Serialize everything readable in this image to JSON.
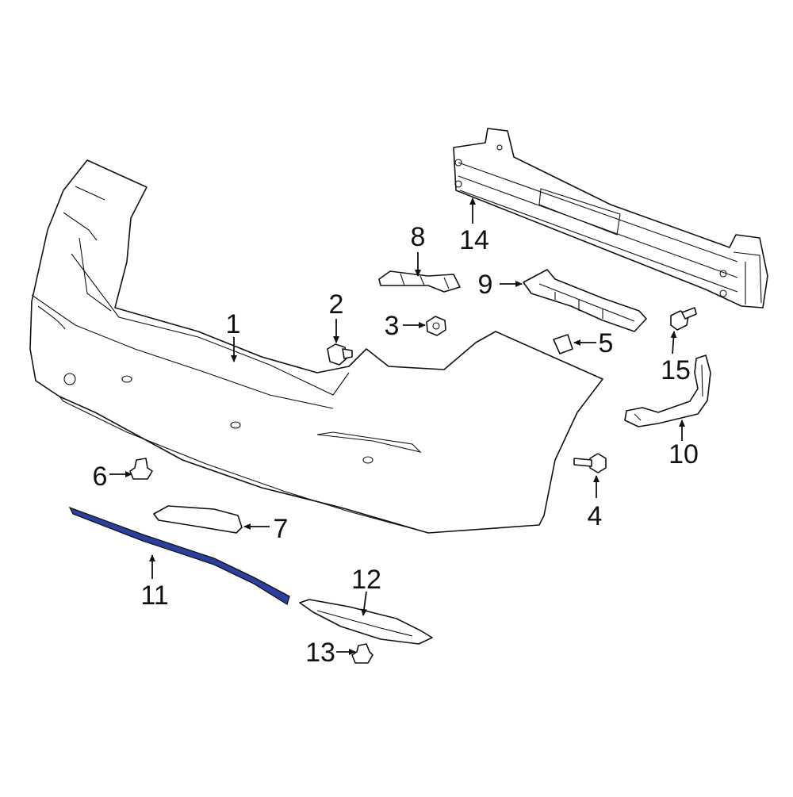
{
  "diagram": {
    "highlight_color": "#2a3f9e",
    "callouts": [
      {
        "id": "1",
        "label": "1"
      },
      {
        "id": "2",
        "label": "2"
      },
      {
        "id": "3",
        "label": "3"
      },
      {
        "id": "4",
        "label": "4"
      },
      {
        "id": "5",
        "label": "5"
      },
      {
        "id": "6",
        "label": "6"
      },
      {
        "id": "7",
        "label": "7"
      },
      {
        "id": "8",
        "label": "8"
      },
      {
        "id": "9",
        "label": "9"
      },
      {
        "id": "10",
        "label": "10"
      },
      {
        "id": "11",
        "label": "11",
        "highlighted": true
      },
      {
        "id": "12",
        "label": "12"
      },
      {
        "id": "13",
        "label": "13"
      },
      {
        "id": "14",
        "label": "14"
      },
      {
        "id": "15",
        "label": "15"
      }
    ]
  }
}
